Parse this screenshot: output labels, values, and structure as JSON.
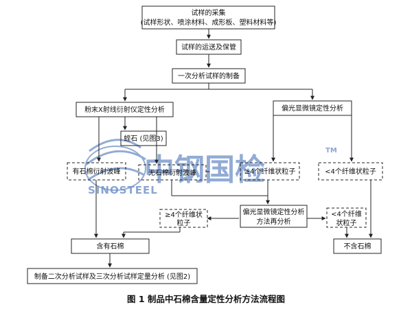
{
  "nodes": {
    "sample_collection": [
      "试样的采集",
      "(试样形状、喷涂材料、成形板、塑料材料等)"
    ],
    "transport_storage": [
      "试样的运送及保管"
    ],
    "primary_prep": [
      "一次分析试样的制备"
    ],
    "xrd": [
      "粉末X射线衍射仪定性分析"
    ],
    "plm": [
      "偏光显微镜定性分析"
    ],
    "vermiculite": [
      "蛭石 (见图3)"
    ],
    "has_peak": [
      "有石棉衍射波峰"
    ],
    "no_peak": [
      "无石棉衍射波峰"
    ],
    "ge4_a": [
      "≥4个纤维状粒子"
    ],
    "lt4_a": [
      "<4个纤维状粒子"
    ],
    "ge4_b": [
      "≥4个纤维状",
      "粒子"
    ],
    "plm_reanalysis": [
      "偏光显微镜定性分析",
      "方法再分析"
    ],
    "lt4_b": [
      "<4个纤维",
      "状粒子"
    ],
    "contains_asbestos": [
      "含有石棉"
    ],
    "no_asbestos": [
      "不含石棉"
    ],
    "secondary": [
      "制备二次分析试样及三次分析试样定量分析 (见图2)"
    ]
  },
  "caption": "图 1   制品中石棉含量定性分析方法流程图",
  "watermark": {
    "chinese": "中钢国检",
    "english": "SINOSTEEL",
    "tm": "TM",
    "color": "#6d8fc7"
  }
}
